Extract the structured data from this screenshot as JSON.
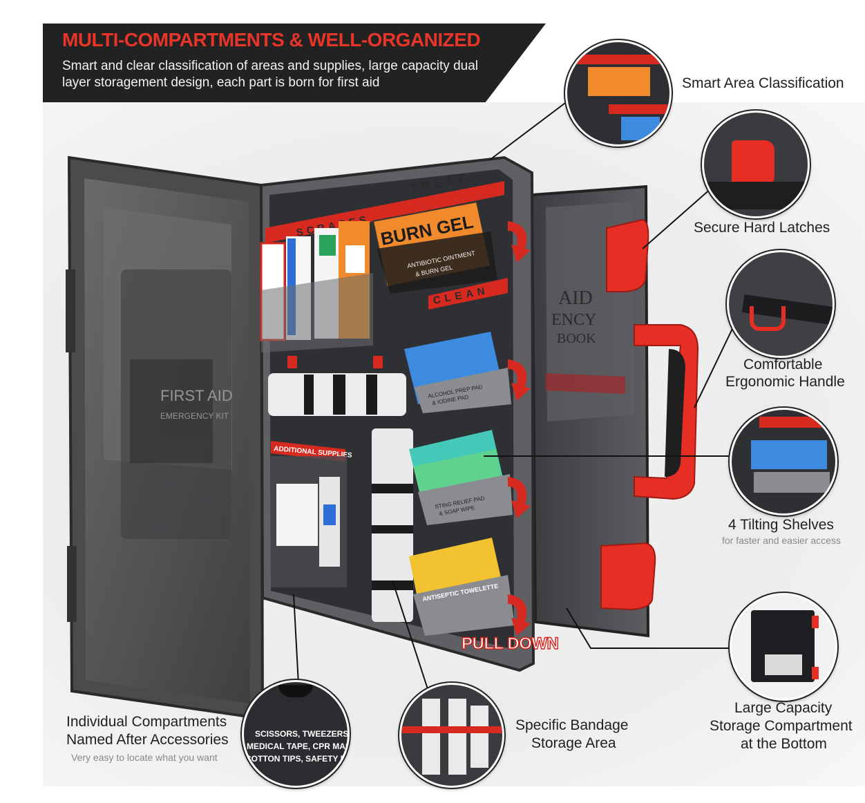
{
  "banner": {
    "title": "MULTI-COMPARTMENTS & WELL-ORGANIZED",
    "subtitle": "Smart and clear classification of areas and supplies, large capacity dual layer storagement design, each part is born for first aid"
  },
  "callouts": {
    "smart_area": "Smart Area Classification",
    "latches": "Secure Hard Latches",
    "handle_line1": "Comfortable",
    "handle_line2": "Ergonomic Handle",
    "shelves": "4 Tilting Shelves",
    "shelves_note": "for faster and easier access",
    "storage_line1": "Large Capacity",
    "storage_line2": "Storage Compartment",
    "storage_line3": "at the Bottom",
    "bandage_line1": "Specific Bandage",
    "bandage_line2": "Storage Area",
    "compartments_line1": "Individual Compartments",
    "compartments_line2": "Named After Accessories",
    "compartments_note": "Very easy to locate what you want"
  },
  "product_text": {
    "pull_down": "PULL DOWN",
    "treat": "TREAT",
    "scrapes": "SCRAPES",
    "clean": "CLEAN",
    "burn_gel": "BURN GEL",
    "burn_gel_sub1": "ANTIBIOTIC OINTMENT",
    "burn_gel_sub2": "& BURN GEL",
    "additional_supplies": "ADDITIONAL SUPPLIES",
    "alcohol_pad1": "ALCOHOL PREP PAD",
    "alcohol_pad2": "& IODINE PAD",
    "sting_pad1": "STING RELIEF PAD",
    "sting_pad2": "& SOAP WIPE",
    "antiseptic": "ANTISEPTIC TOWELETTE",
    "first_aid1": "FIRST AID",
    "first_aid2": "EMERGENCY KIT",
    "book1": "AID",
    "book2": "ENCY",
    "book3": "BOOK",
    "zoom_line1": "SCISSORS, TWEEZERS,",
    "zoom_line2": "MEDICAL TAPE, CPR MASK,",
    "zoom_line3": "COTTON TIPS, SAFETY PINS"
  },
  "colors": {
    "accent_red": "#e8352a",
    "banner_bg": "#222222",
    "case_gray": "#5a5d61",
    "handle_red": "#e62e24",
    "pad_blue": "#3d8be0",
    "pad_teal": "#44c9b8",
    "pad_yellow": "#f2c230",
    "burn_orange": "#f08a2c"
  },
  "icons": [
    "pull-down-arrow-icon"
  ]
}
